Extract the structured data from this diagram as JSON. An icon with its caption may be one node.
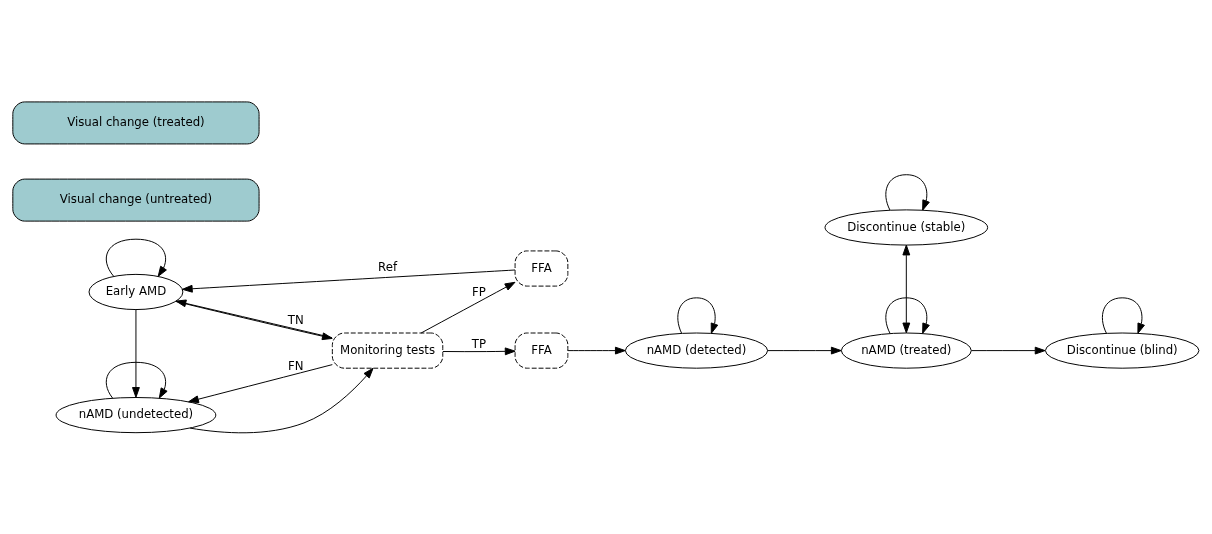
{
  "diagram": {
    "nodes": [
      {
        "text": [
          "Early AMD"
        ]
      },
      {
        "text": [
          "FFA"
        ]
      },
      {
        "text": [
          "Discontinue (stable)"
        ]
      },
      {
        "text": [
          "Discontinue (blind)"
        ]
      },
      {
        "text": [
          "Monitoring tests"
        ]
      },
      {
        "text": [
          "nAMD (undetected)"
        ]
      },
      {
        "text": [
          "FFA"
        ]
      },
      {
        "text": [
          "nAMD (detected)"
        ]
      },
      {
        "text": [
          "nAMD (treated)"
        ]
      },
      {
        "text": [
          "Visual change (untreated)"
        ]
      },
      {
        "text": [
          "Visual change (treated)"
        ]
      }
    ],
    "edges": [
      {
        "from": 0,
        "to": 0,
        "arrow": "to"
      },
      {
        "from": 5,
        "to": 5,
        "arrow": "to"
      },
      {
        "from": 2,
        "to": 2,
        "arrow": "to"
      },
      {
        "from": 3,
        "to": 3,
        "arrow": "to"
      },
      {
        "from": 7,
        "to": 7,
        "arrow": "to"
      },
      {
        "from": 8,
        "to": 8,
        "arrow": "to"
      },
      {
        "from": 1,
        "to": 0,
        "arrow": "to",
        "label": "Ref"
      },
      {
        "from": 0,
        "to": 4,
        "arrow": "to"
      },
      {
        "from": 4,
        "to": 0,
        "arrow": "to",
        "label": "TN"
      },
      {
        "from": 0,
        "to": 5,
        "arrow": "to"
      },
      {
        "from": 5,
        "to": 4,
        "arrow": "to"
      },
      {
        "from": 4,
        "to": 5,
        "arrow": "to",
        "label": "FN"
      },
      {
        "from": 4,
        "to": 1,
        "arrow": "to",
        "label": "FP"
      },
      {
        "from": 4,
        "to": 6,
        "arrow": "to",
        "label": "TP"
      },
      {
        "from": 6,
        "to": 7,
        "arrow": "to"
      },
      {
        "from": 7,
        "to": 8,
        "arrow": "to"
      },
      {
        "from": 2,
        "to": 8,
        "arrow": "both"
      },
      {
        "from": 8,
        "to": 3,
        "arrow": "to"
      }
    ]
  }
}
